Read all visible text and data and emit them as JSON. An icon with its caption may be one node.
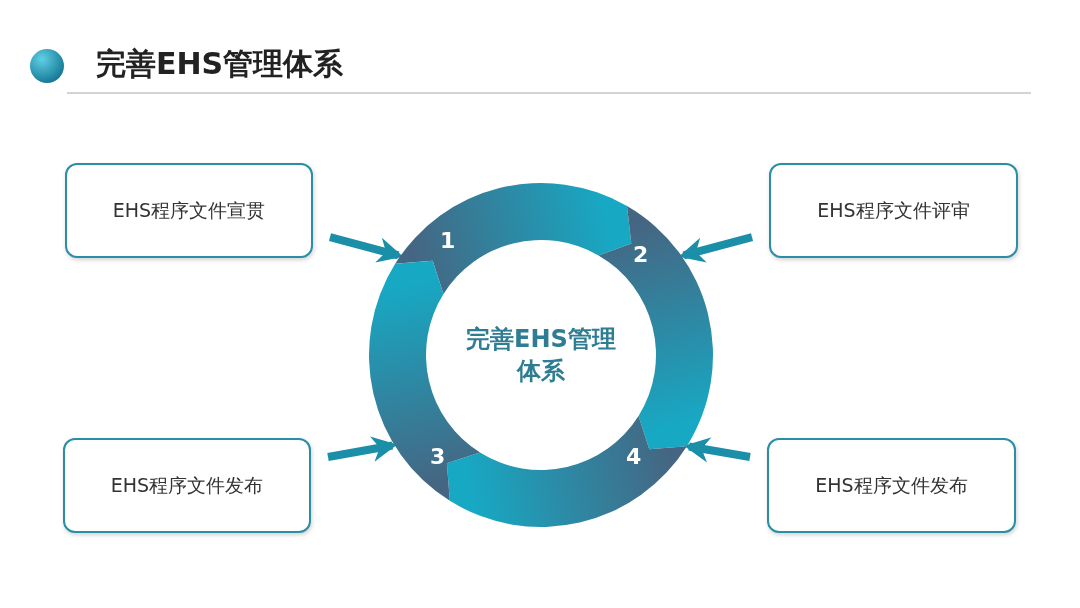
{
  "diagram": {
    "title": "完善EHS管理体系",
    "nodes": [
      {
        "text": [
          "EHS程序文件宣贯"
        ]
      },
      {
        "text": [
          "EHS程序文件评审"
        ]
      },
      {
        "text": [
          "完善EHS管理体系"
        ]
      },
      {
        "text": [
          "EHS程序文件发布"
        ]
      },
      {
        "text": [
          "EHS程序文件发布"
        ]
      }
    ],
    "edges": [
      {
        "from": 0,
        "to": 2,
        "arrow": "to"
      },
      {
        "from": 1,
        "to": 2,
        "arrow": "to"
      },
      {
        "from": 3,
        "to": 2,
        "arrow": "to"
      },
      {
        "from": 4,
        "to": 2,
        "arrow": "to"
      }
    ],
    "labels": [
      "1",
      "2",
      "3",
      "4"
    ]
  }
}
